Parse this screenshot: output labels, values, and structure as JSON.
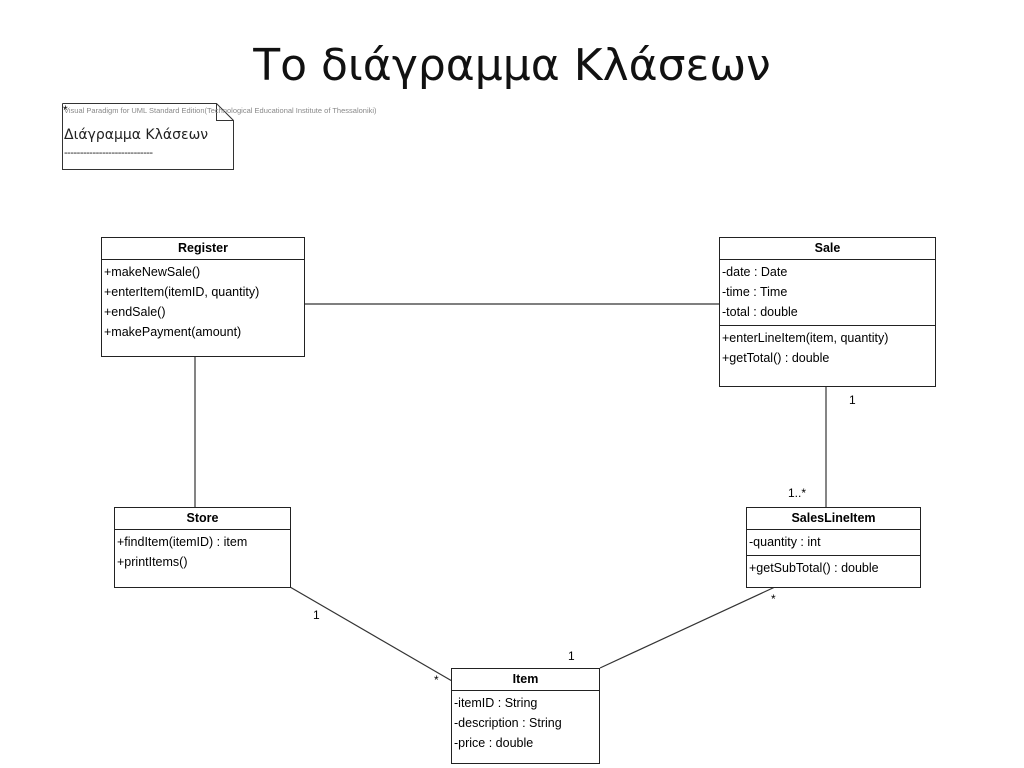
{
  "slide": {
    "title": "Το διάγραμμα Κλάσεων"
  },
  "note": {
    "header": "Visual Paradigm for UML Standard Edition(Technological Educational Institute of Thessaloniki)",
    "title": "Διάγραμμα Κλάσεων",
    "dashes": "----------------------------",
    "star": "*"
  },
  "classes": {
    "register": {
      "name": "Register",
      "attributes": [],
      "operations": [
        "+makeNewSale()",
        "+enterItem(itemID, quantity)",
        "+endSale()",
        "+makePayment(amount)"
      ]
    },
    "sale": {
      "name": "Sale",
      "attributes": [
        "-date : Date",
        "-time : Time",
        "-total : double"
      ],
      "operations": [
        "+enterLineItem(item, quantity)",
        "+getTotal() : double"
      ]
    },
    "store": {
      "name": "Store",
      "attributes": [],
      "operations": [
        "+findItem(itemID) : item",
        "+printItems()"
      ]
    },
    "salesLineItem": {
      "name": "SalesLineItem",
      "attributes": [
        "-quantity : int"
      ],
      "operations": [
        "+getSubTotal() : double"
      ]
    },
    "item": {
      "name": "Item",
      "attributes": [
        "-itemID : String",
        "-description : String",
        "-price : double"
      ],
      "operations": []
    }
  },
  "multiplicities": {
    "sale_end": "1",
    "salesline_end": "1..*",
    "store_end": "1",
    "item_store_end": "*",
    "item_salesline_end": "1",
    "salesline_item_end": "*"
  }
}
